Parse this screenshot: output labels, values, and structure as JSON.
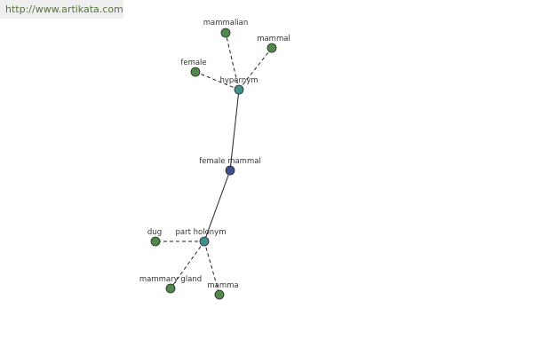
{
  "site": {
    "url_text": "http://www.artikata.com"
  },
  "graph": {
    "colors": {
      "center": "#3f4f8c",
      "relation": "#3f8f8c",
      "word": "#4f8a4a",
      "edge": "#222222"
    },
    "nodes": {
      "female_mammal": {
        "label": "female mammal",
        "kind": "center"
      },
      "hypernym": {
        "label": "hypernym",
        "kind": "relation"
      },
      "part_holonym": {
        "label": "part holonym",
        "kind": "relation"
      },
      "mammalian": {
        "label": "mammalian",
        "kind": "word"
      },
      "mammal": {
        "label": "mammal",
        "kind": "word"
      },
      "female": {
        "label": "female",
        "kind": "word"
      },
      "dug": {
        "label": "dug",
        "kind": "word"
      },
      "mammary_gland": {
        "label": "mammary gland",
        "kind": "word"
      },
      "mamma": {
        "label": "mamma",
        "kind": "word"
      }
    },
    "edges": [
      {
        "from": "female_mammal",
        "to": "hypernym",
        "style": "solid"
      },
      {
        "from": "female_mammal",
        "to": "part_holonym",
        "style": "solid"
      },
      {
        "from": "hypernym",
        "to": "mammalian",
        "style": "dashed"
      },
      {
        "from": "hypernym",
        "to": "mammal",
        "style": "dashed"
      },
      {
        "from": "hypernym",
        "to": "female",
        "style": "dashed"
      },
      {
        "from": "part_holonym",
        "to": "dug",
        "style": "dashed"
      },
      {
        "from": "part_holonym",
        "to": "mammary_gland",
        "style": "dashed"
      },
      {
        "from": "part_holonym",
        "to": "mamma",
        "style": "dashed"
      }
    ]
  }
}
